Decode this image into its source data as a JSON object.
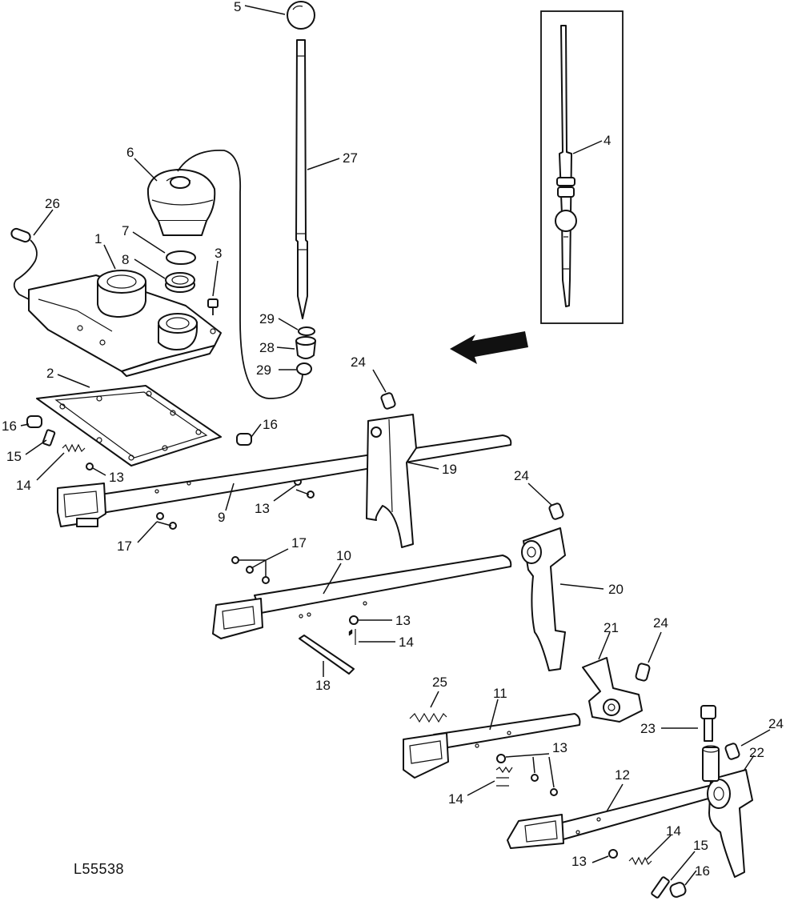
{
  "figure_id": "L55538",
  "callouts": {
    "c1": "1",
    "c2": "2",
    "c3": "3",
    "c4": "4",
    "c5": "5",
    "c6": "6",
    "c7": "7",
    "c8": "8",
    "c9": "9",
    "c10": "10",
    "c11": "11",
    "c12": "12",
    "c13a": "13",
    "c13b": "13",
    "c13c": "13",
    "c13d": "13",
    "c13e": "13",
    "c14a": "14",
    "c14b": "14",
    "c14c": "14",
    "c14d": "14",
    "c15a": "15",
    "c15b": "15",
    "c16a": "16",
    "c16b": "16",
    "c16c": "16",
    "c17a": "17",
    "c17b": "17",
    "c18": "18",
    "c19": "19",
    "c20": "20",
    "c21": "21",
    "c22": "22",
    "c23": "23",
    "c24a": "24",
    "c24b": "24",
    "c24c": "24",
    "c24d": "24",
    "c25": "25",
    "c26": "26",
    "c27": "27",
    "c28": "28",
    "c29a": "29",
    "c29b": "29"
  }
}
